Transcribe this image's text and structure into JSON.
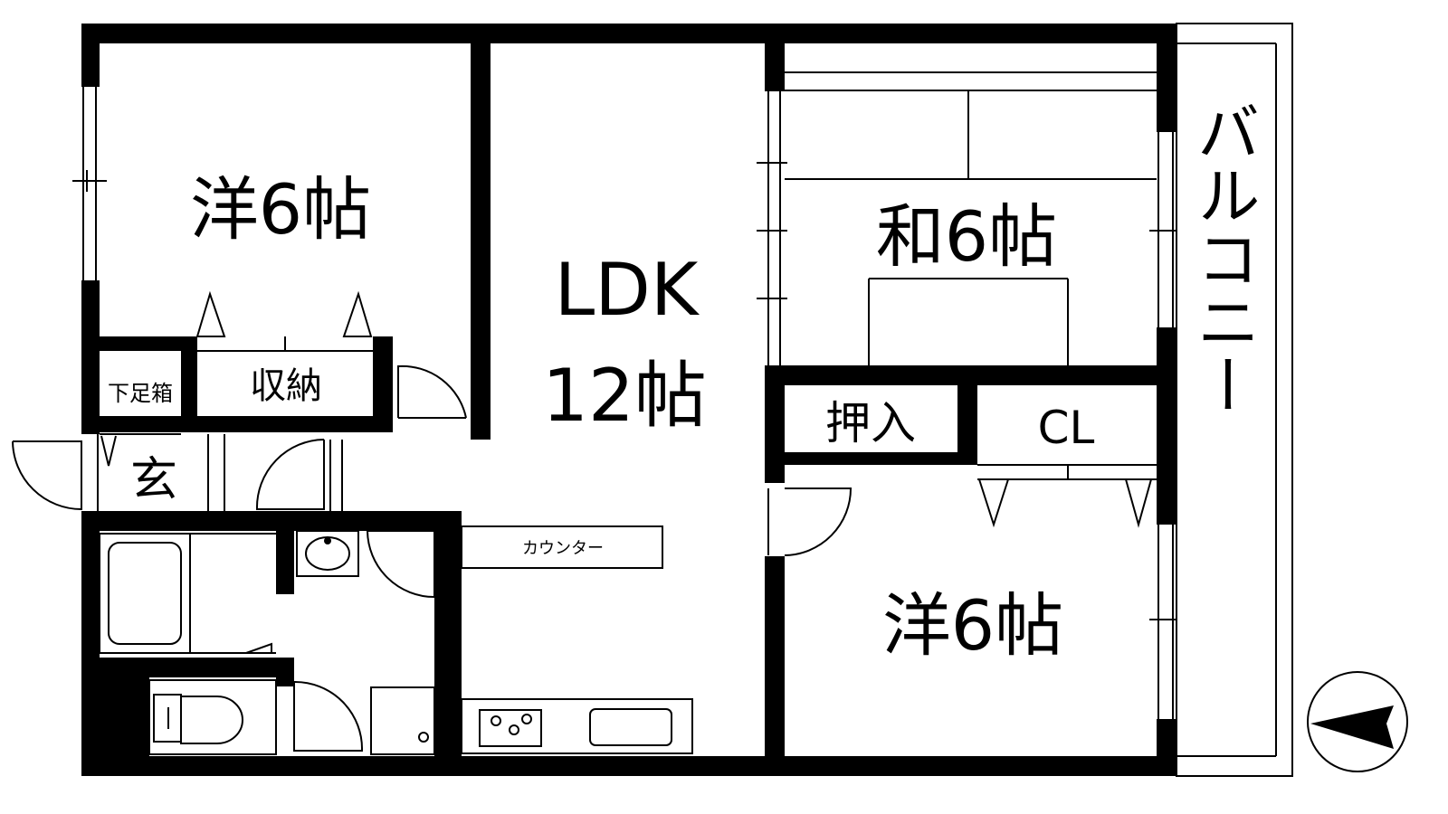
{
  "rooms": {
    "western_room_nw": "洋6帖",
    "ldk_title": "LDK",
    "ldk_size": "12帖",
    "japanese_room": "和6帖",
    "western_room_se": "洋6帖",
    "storage": "収納",
    "shoe_box": "下足箱",
    "entrance": "玄",
    "oshiire": "押入",
    "closet": "CL",
    "counter": "カウンター",
    "balcony": "バルコニー"
  },
  "north_arrow": {
    "icon": "north-arrow-icon"
  },
  "colors": {
    "wall": "#000000",
    "line": "#000000",
    "background": "#ffffff"
  }
}
